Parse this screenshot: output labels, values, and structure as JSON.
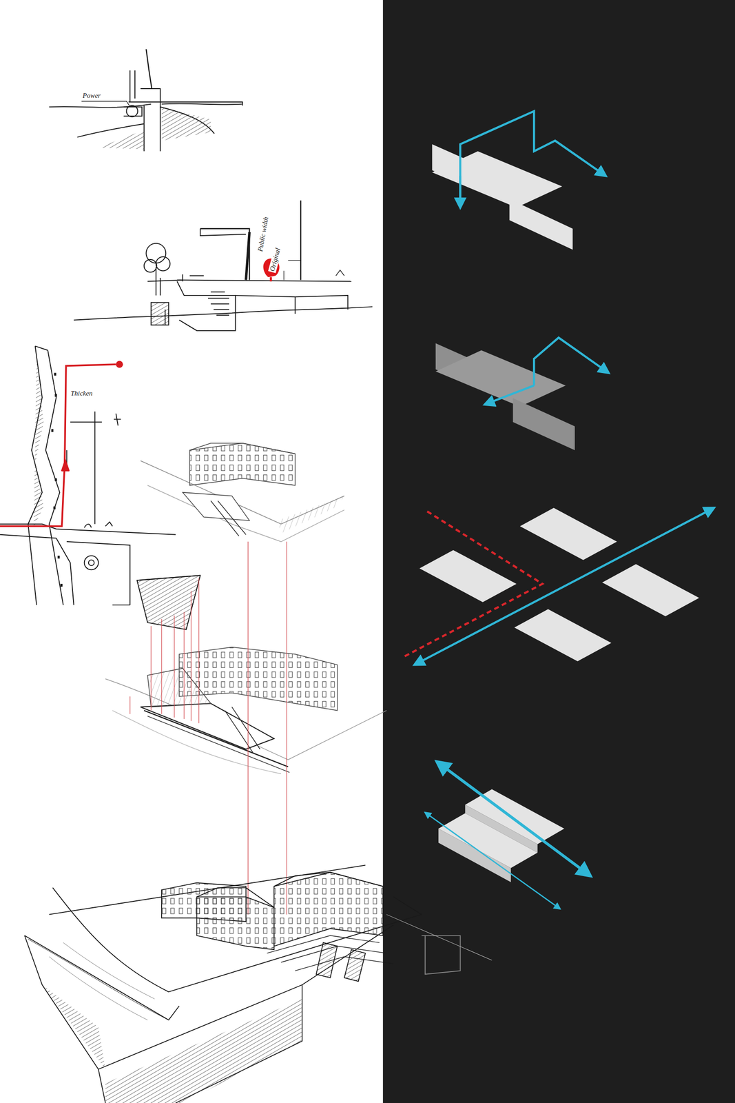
{
  "diagram": {
    "labels": [
      "Power",
      "Public width",
      "Original",
      "Thicken"
    ]
  }
}
